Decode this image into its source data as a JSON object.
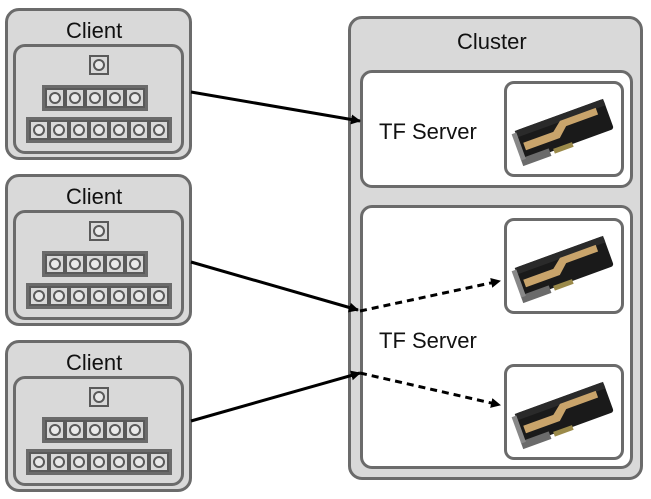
{
  "clients": [
    {
      "label": "Client"
    },
    {
      "label": "Client"
    },
    {
      "label": "Client"
    }
  ],
  "cluster": {
    "label": "Cluster",
    "servers": [
      {
        "label": "TF Server",
        "gpu_count": 1
      },
      {
        "label": "TF Server",
        "gpu_count": 2
      }
    ]
  },
  "icons": {
    "graph_node": "graph-node-icon",
    "gpu": "gpu-card-icon"
  },
  "colors": {
    "box_fill": "#d9d9d9",
    "box_border": "#6b6b6b",
    "server_fill": "#ffffff",
    "arrow": "#000000",
    "gpu_gold": "#c9a46b"
  }
}
